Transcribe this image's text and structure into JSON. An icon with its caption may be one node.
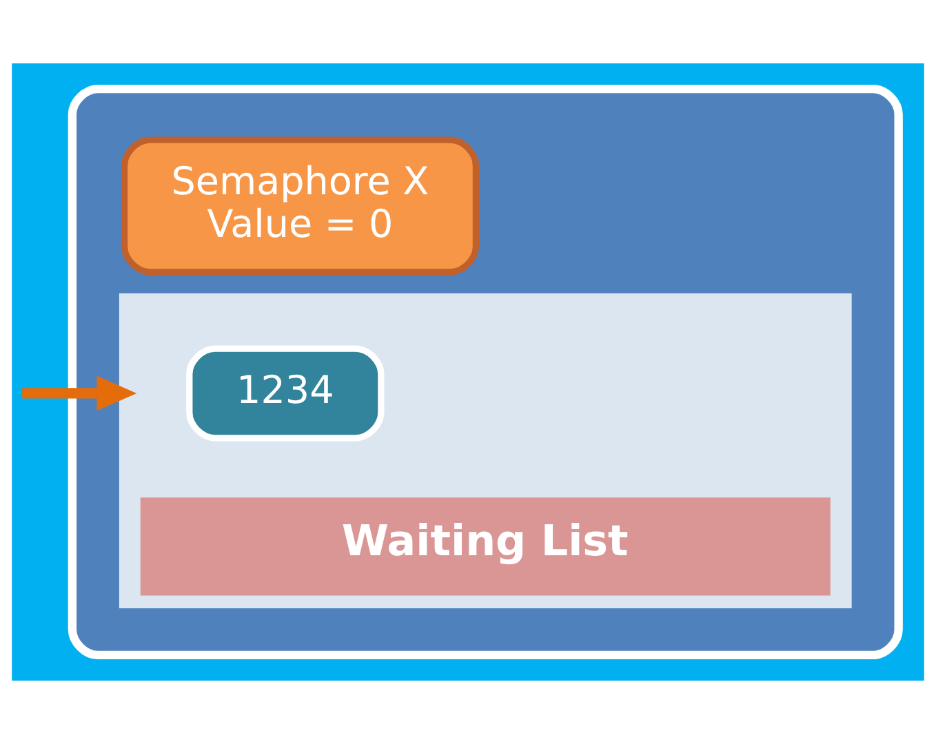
{
  "diagram": {
    "nodes": [
      {
        "text": [],
        "shape": "box"
      },
      {
        "text": [
          "Semaphore X",
          "Value = 0"
        ],
        "in": 0
      },
      {
        "text": [
          "Waiting List"
        ],
        "in": 0
      },
      {
        "text": [
          "1234"
        ],
        "in": 2
      }
    ],
    "edges": [
      {
        "from": null,
        "to": 2,
        "arrow": "to"
      }
    ]
  }
}
